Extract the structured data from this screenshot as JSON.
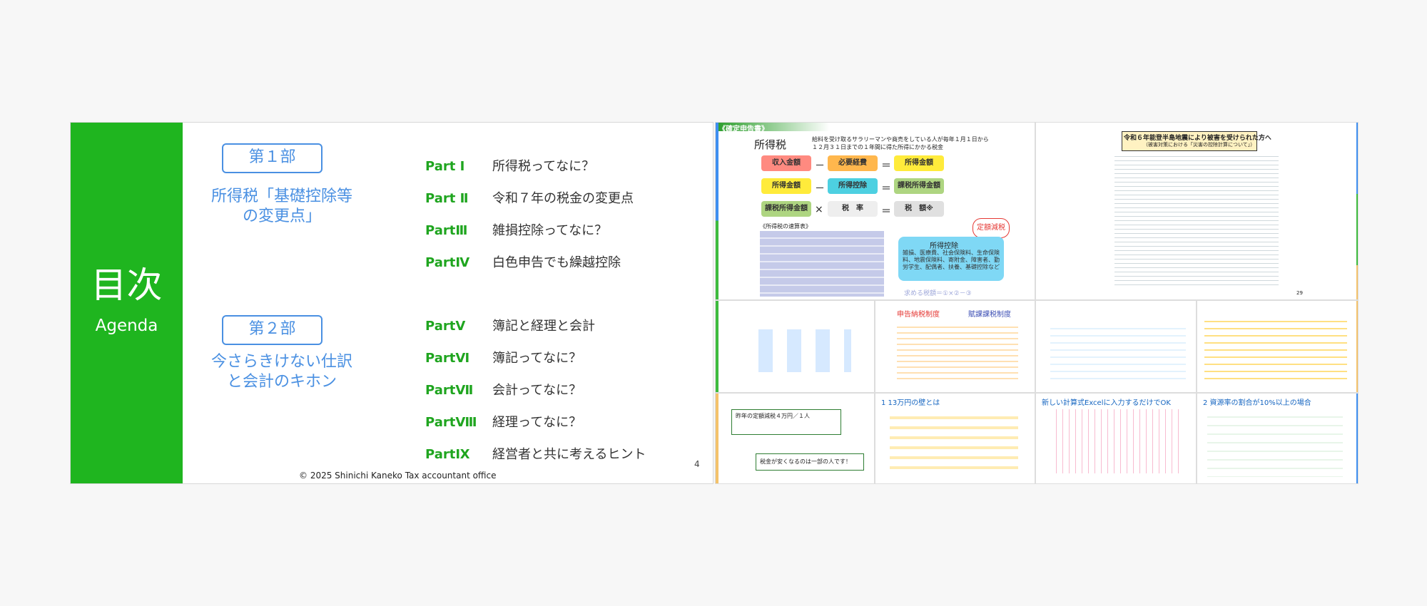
{
  "slide": {
    "title": "目次",
    "subtitle": "Agenda",
    "part1": {
      "label": "第１部",
      "desc_line1": "所得税「基礎控除等",
      "desc_line2": "の変更点」"
    },
    "part2": {
      "label": "第２部",
      "desc_line1": "今さらきけない仕訳",
      "desc_line2": "と会計のキホン"
    },
    "items": [
      {
        "part": "Part Ⅰ",
        "text": "所得税ってなに？"
      },
      {
        "part": "Part Ⅱ",
        "text": "令和７年の税金の変更点"
      },
      {
        "part": "PartⅢ",
        "text": "雑損控除ってなに？"
      },
      {
        "part": "PartⅣ",
        "text": "白色申告でも繰越控除"
      },
      {
        "part": "PartⅤ",
        "text": "簿記と経理と会計"
      },
      {
        "part": "PartⅥ",
        "text": "簿記ってなに？"
      },
      {
        "part": "PartⅦ",
        "text": "会計ってなに？"
      },
      {
        "part": "PartⅧ",
        "text": "経理ってなに？"
      },
      {
        "part": "PartⅨ",
        "text": "経営者と共に考えるヒント"
      }
    ],
    "copyright": "© 2025 Shinichi Kaneko Tax accountant office",
    "page": "4"
  },
  "thumbs": {
    "kakutei_tag": "《確定申告書》",
    "shotokuzei": "所得税",
    "intro_line1": "給料を受け取るサラリーマンや商売をしている人が毎年１月１日から",
    "intro_line2": "１２月３１日までの１年間に得た所得にかかる税金",
    "chips": {
      "shunyu": "収入金額",
      "hitsuyo": "必要経費",
      "shotoku": "所得金額",
      "shotoku2": "所得金額",
      "koujo": "所得控除",
      "kazei_mae": "課税所得金額",
      "kazei": "課税所得金額",
      "zeiritsu": "税　率",
      "zeigaku": "税　額※"
    },
    "teigaku": "定額減税",
    "koujo_title": "所得控除",
    "koujo_list": "雑損、医療費、社会保険料、生命保険料、地震保険料、寄附金、障害者、勤労学生、配偶者、扶養、基礎控除など",
    "motomeru": "求める税額＝①×②－③",
    "table_title": "《所得税の速算表》",
    "disaster_title": "令和６年能登半島地震により被害を受けられた方へ",
    "disaster_sub": "（被害対策における「災害の控除計算について」）",
    "page29": "29",
    "label_yellow": "1 13万円の壁とは",
    "label_excel": "新しい計算式Excelに入力するだけでOK",
    "label_shinkoku": "申告納税制度",
    "label_fuka": "賦課課税制度",
    "label_teigaku_tsuki": "昨年の定額減税４万円／１人",
    "label_zeikin": "税金が安くなるのは一部の人です！",
    "label_ratio": "2 資源率の割合が10%以上の場合"
  }
}
